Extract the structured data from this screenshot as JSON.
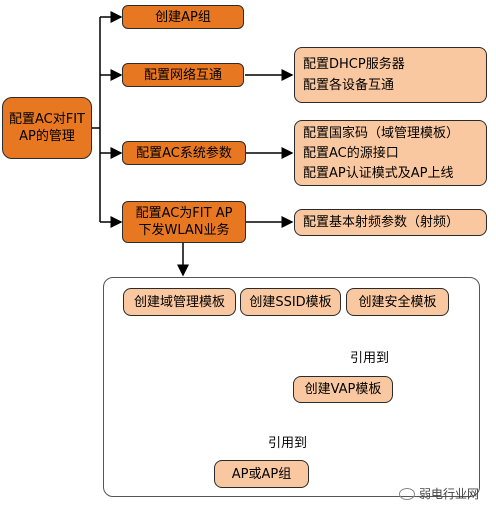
{
  "root": {
    "line1": "配置AC对FIT",
    "line2": "AP的管理"
  },
  "steps": [
    {
      "label": "创建AP组"
    },
    {
      "label": "配置网络互通"
    },
    {
      "label": "配置AC系统参数"
    },
    {
      "line1": "配置AC为FIT AP",
      "line2": "下发WLAN业务"
    }
  ],
  "details": {
    "network": [
      "配置DHCP服务器",
      "配置各设备互通"
    ],
    "system": [
      "配置国家码（域管理模板）",
      "配置AC的源接口",
      "配置AP认证模式及AP上线"
    ],
    "wlan": [
      "配置基本射频参数（射频）"
    ]
  },
  "sub": {
    "domain_template": "创建域管理模板",
    "ssid_template": "创建SSID模板",
    "security_template": "创建安全模板",
    "vap_template": "创建VAP模板",
    "ap_or_group": "AP或AP组",
    "ref_label_1": "引用到",
    "ref_label_2": "引用到"
  },
  "watermark": "弱电行业网"
}
